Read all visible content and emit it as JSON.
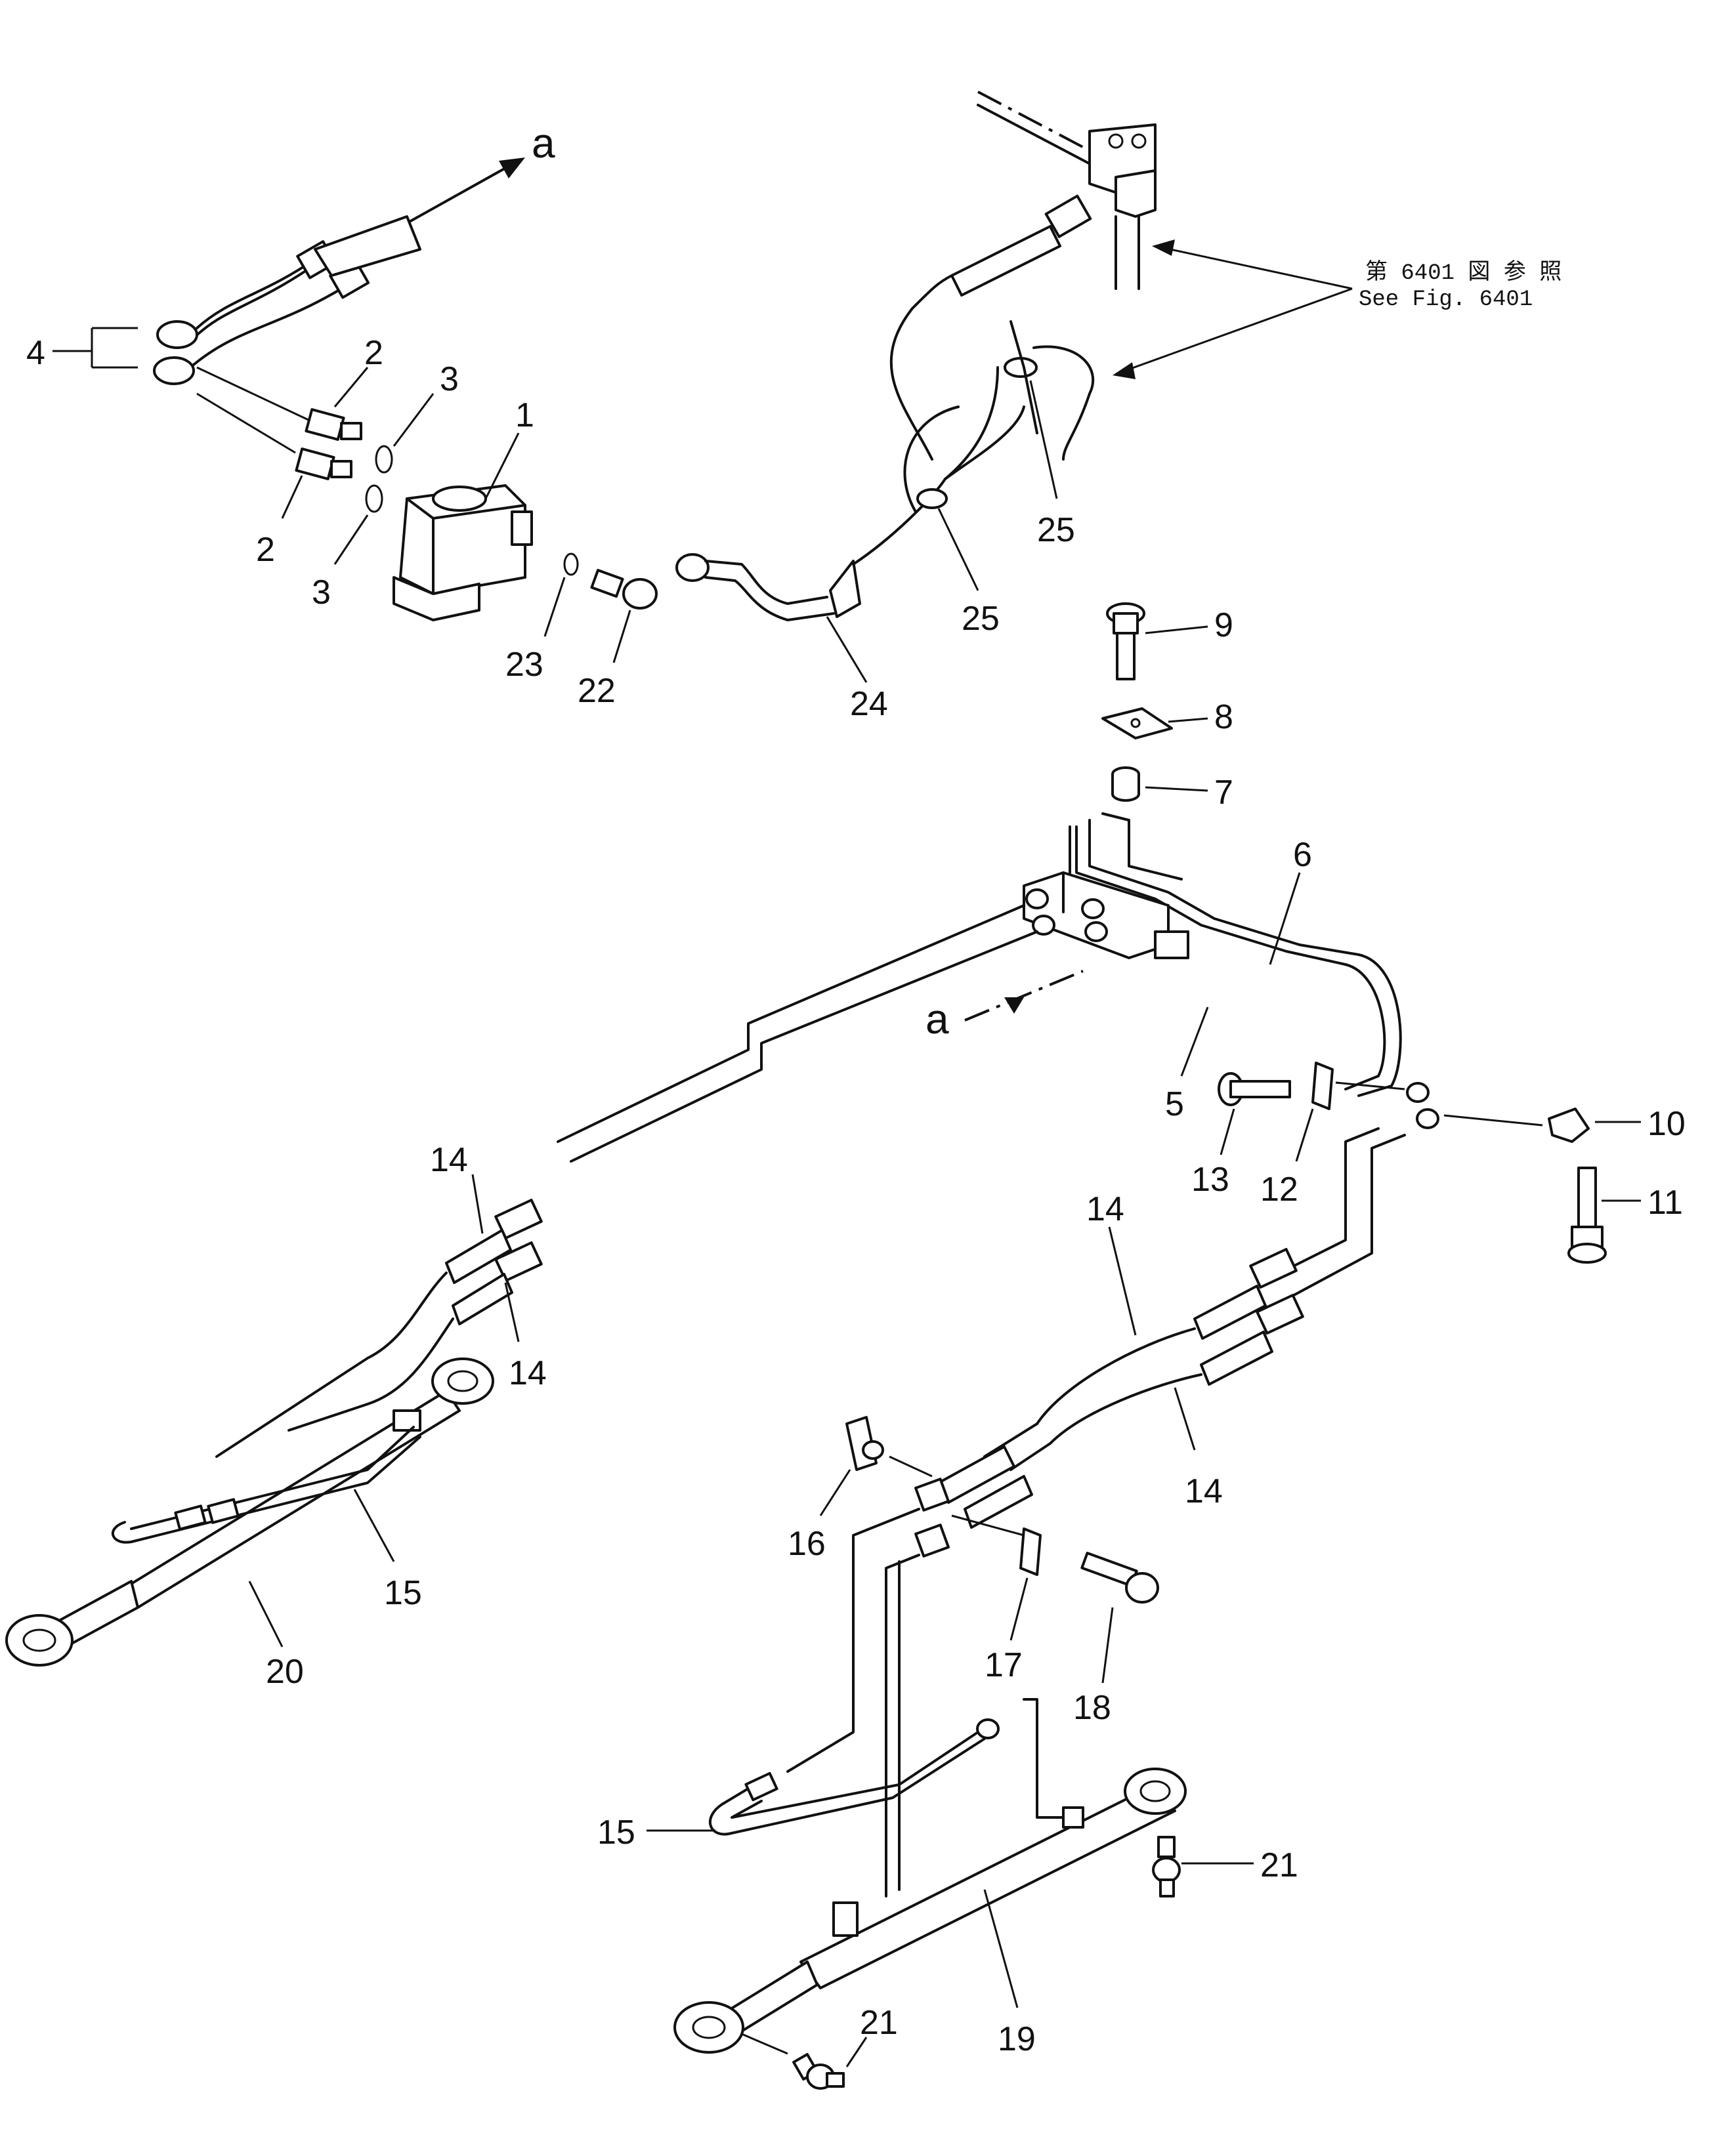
{
  "diagram": {
    "reference_note_jp": "第 6401 図 参 照",
    "reference_note_en": "See Fig. 6401",
    "view_marker": "a",
    "callouts": [
      "1",
      "2",
      "2",
      "3",
      "3",
      "4",
      "5",
      "6",
      "7",
      "8",
      "9",
      "10",
      "11",
      "12",
      "13",
      "14",
      "14",
      "14",
      "14",
      "15",
      "15",
      "16",
      "17",
      "18",
      "19",
      "20",
      "21",
      "21",
      "22",
      "23",
      "24",
      "25",
      "25"
    ]
  }
}
